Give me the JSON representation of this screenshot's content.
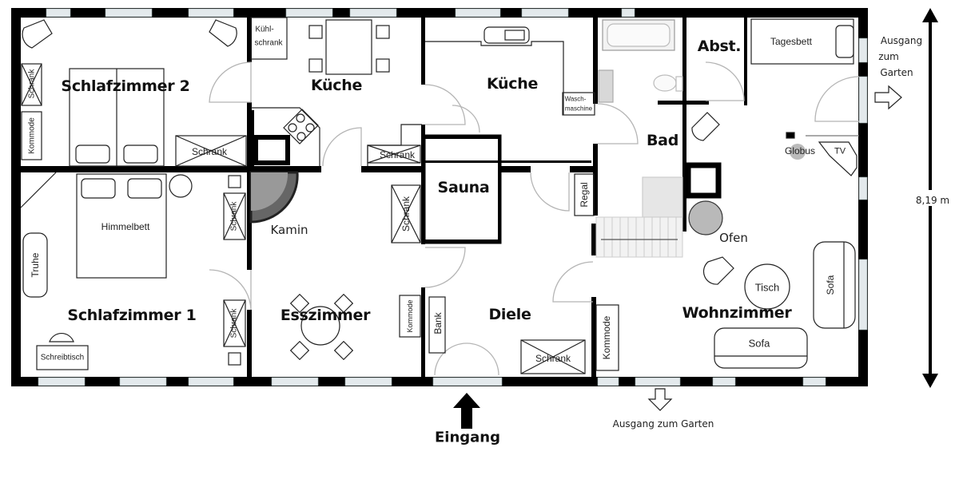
{
  "plan": {
    "rooms": [
      {
        "id": "schlafzimmer-2",
        "label": "Schlafzimmer 2"
      },
      {
        "id": "kueche-1",
        "label": "Küche"
      },
      {
        "id": "kueche-2",
        "label": "Küche"
      },
      {
        "id": "abstellraum",
        "label": "Abst."
      },
      {
        "id": "bad",
        "label": "Bad"
      },
      {
        "id": "sauna",
        "label": "Sauna"
      },
      {
        "id": "schlafzimmer-1",
        "label": "Schlafzimmer 1"
      },
      {
        "id": "esszimmer",
        "label": "Esszimmer"
      },
      {
        "id": "diele",
        "label": "Diele"
      },
      {
        "id": "wohnzimmer",
        "label": "Wohnzimmer"
      }
    ],
    "furniture": {
      "schrank": "Schrank",
      "kommode": "Kommode",
      "kuehlschrank_1": "Kühl-",
      "kuehlschrank_2": "schrank",
      "waschmaschine_1": "Wasch-",
      "waschmaschine_2": "maschine",
      "tagesbett": "Tagesbett",
      "globus": "Globus",
      "tv": "TV",
      "himmelbett": "Himmelbett",
      "truhe": "Truhe",
      "schreibtisch": "Schreibtisch",
      "kamin": "Kamin",
      "regal": "Regal",
      "bank": "Bank",
      "ofen": "Ofen",
      "tisch": "Tisch",
      "sofa": "Sofa"
    },
    "annotations": {
      "exit_east_1": "Ausgang",
      "exit_east_2": "zum",
      "exit_east_3": "Garten",
      "exit_south": "Ausgang zum Garten",
      "entrance": "Eingang",
      "dimension": "8,19 m"
    },
    "colors": {
      "wall": "#000000",
      "window": "#dfe6ea",
      "furniture_stroke": "#222222",
      "door_arc": "#bdbdbd",
      "ofen_fill": "#b9b9b9",
      "background": "#ffffff"
    }
  }
}
